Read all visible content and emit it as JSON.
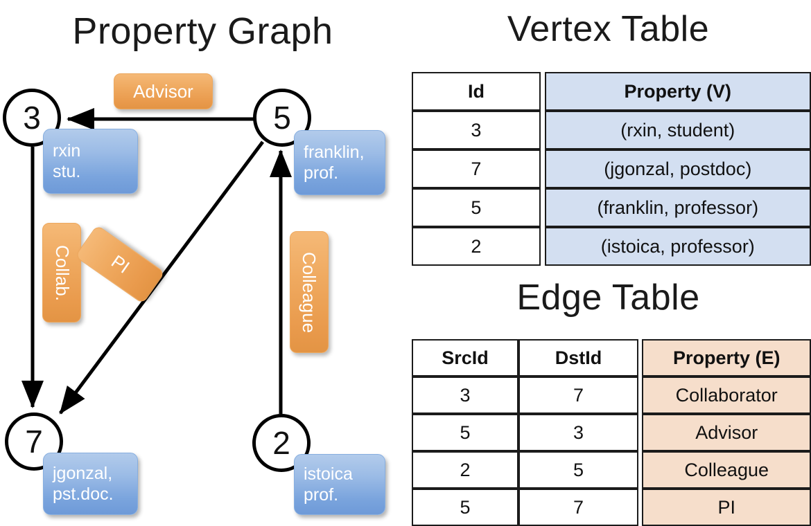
{
  "titles": {
    "graph": "Property Graph",
    "vertex_table": "Vertex Table",
    "edge_table": "Edge Table"
  },
  "colors": {
    "vertex_property_fill": "#d3dff1",
    "edge_property_fill": "#f6decb",
    "vertex_box_blue": "#7aa4dd",
    "edge_label_orange": "#efa95f",
    "stroke": "#000000",
    "background": "#ffffff"
  },
  "graph": {
    "nodes": [
      {
        "id": "3",
        "property_lines": [
          "rxin",
          "stu."
        ]
      },
      {
        "id": "5",
        "property_lines": [
          "franklin,",
          "prof."
        ]
      },
      {
        "id": "7",
        "property_lines": [
          "jgonzal,",
          "pst.doc."
        ]
      },
      {
        "id": "2",
        "property_lines": [
          "istoica",
          "prof."
        ]
      }
    ],
    "edge_labels": [
      {
        "name": "advisor-label",
        "text": "Advisor",
        "orientation": "horizontal"
      },
      {
        "name": "collab-label",
        "text": "Collab.",
        "orientation": "vertical"
      },
      {
        "name": "pi-label",
        "text": "PI",
        "orientation": "diagonal"
      },
      {
        "name": "colleague-label",
        "text": "Colleague",
        "orientation": "vertical"
      }
    ],
    "edges": [
      {
        "from": "5",
        "to": "3",
        "label": "Advisor"
      },
      {
        "from": "3",
        "to": "7",
        "label": "Collab."
      },
      {
        "from": "5",
        "to": "7",
        "label": "PI"
      },
      {
        "from": "2",
        "to": "5",
        "label": "Colleague"
      }
    ]
  },
  "vertex_table": {
    "headers": [
      "Id",
      "Property (V)"
    ],
    "rows": [
      {
        "id": "3",
        "property": "(rxin, student)"
      },
      {
        "id": "7",
        "property": "(jgonzal, postdoc)"
      },
      {
        "id": "5",
        "property": "(franklin, professor)"
      },
      {
        "id": "2",
        "property": "(istoica, professor)"
      }
    ]
  },
  "edge_table": {
    "headers": [
      "SrcId",
      "DstId",
      "Property (E)"
    ],
    "rows": [
      {
        "src": "3",
        "dst": "7",
        "property": "Collaborator"
      },
      {
        "src": "5",
        "dst": "3",
        "property": "Advisor"
      },
      {
        "src": "2",
        "dst": "5",
        "property": "Colleague"
      },
      {
        "src": "5",
        "dst": "7",
        "property": "PI"
      }
    ]
  }
}
